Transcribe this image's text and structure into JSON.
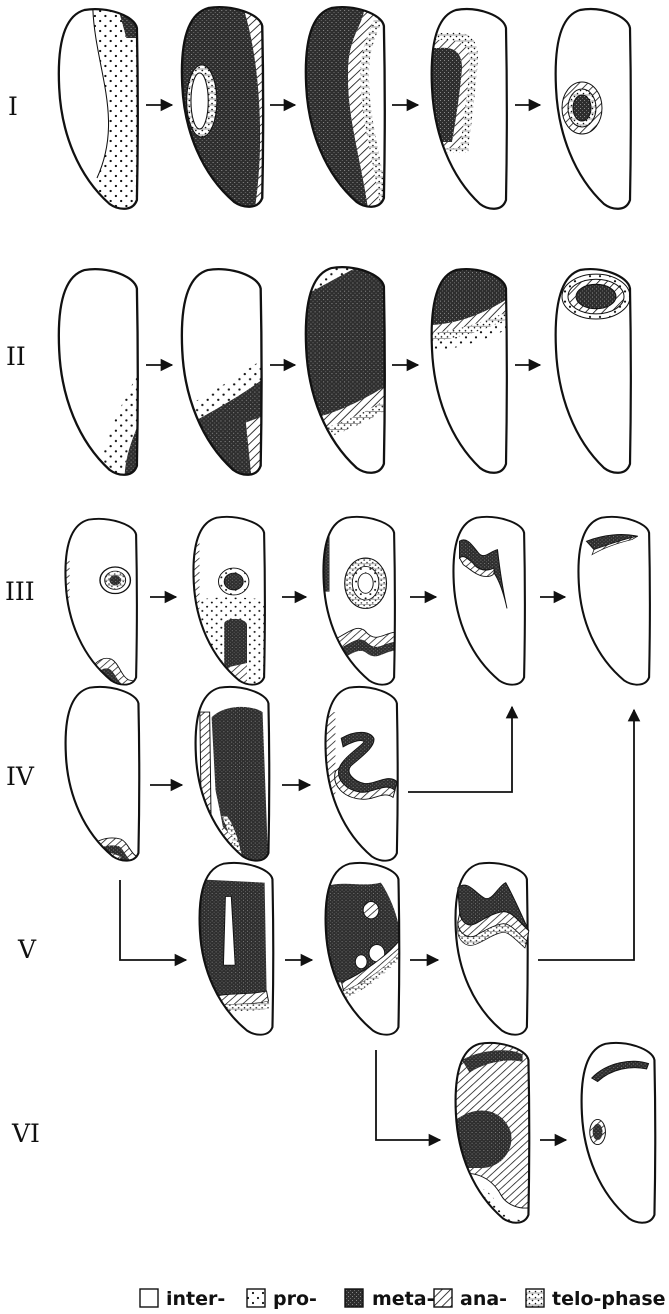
{
  "rows": [
    {
      "label": "I"
    },
    {
      "label": "II"
    },
    {
      "label": "III"
    },
    {
      "label": "IV"
    },
    {
      "label": "V"
    },
    {
      "label": "VI"
    }
  ],
  "legend": [
    {
      "label": "inter-",
      "pattern": "inter"
    },
    {
      "label": "pro-",
      "pattern": "pro"
    },
    {
      "label": "meta-",
      "pattern": "meta"
    },
    {
      "label": "ana-",
      "pattern": "ana"
    },
    {
      "label": "telo-phase",
      "pattern": "telo"
    }
  ],
  "colors": {
    "ink": "#111111",
    "meta_fill": "#3a3a3a",
    "paper": "#ffffff"
  }
}
